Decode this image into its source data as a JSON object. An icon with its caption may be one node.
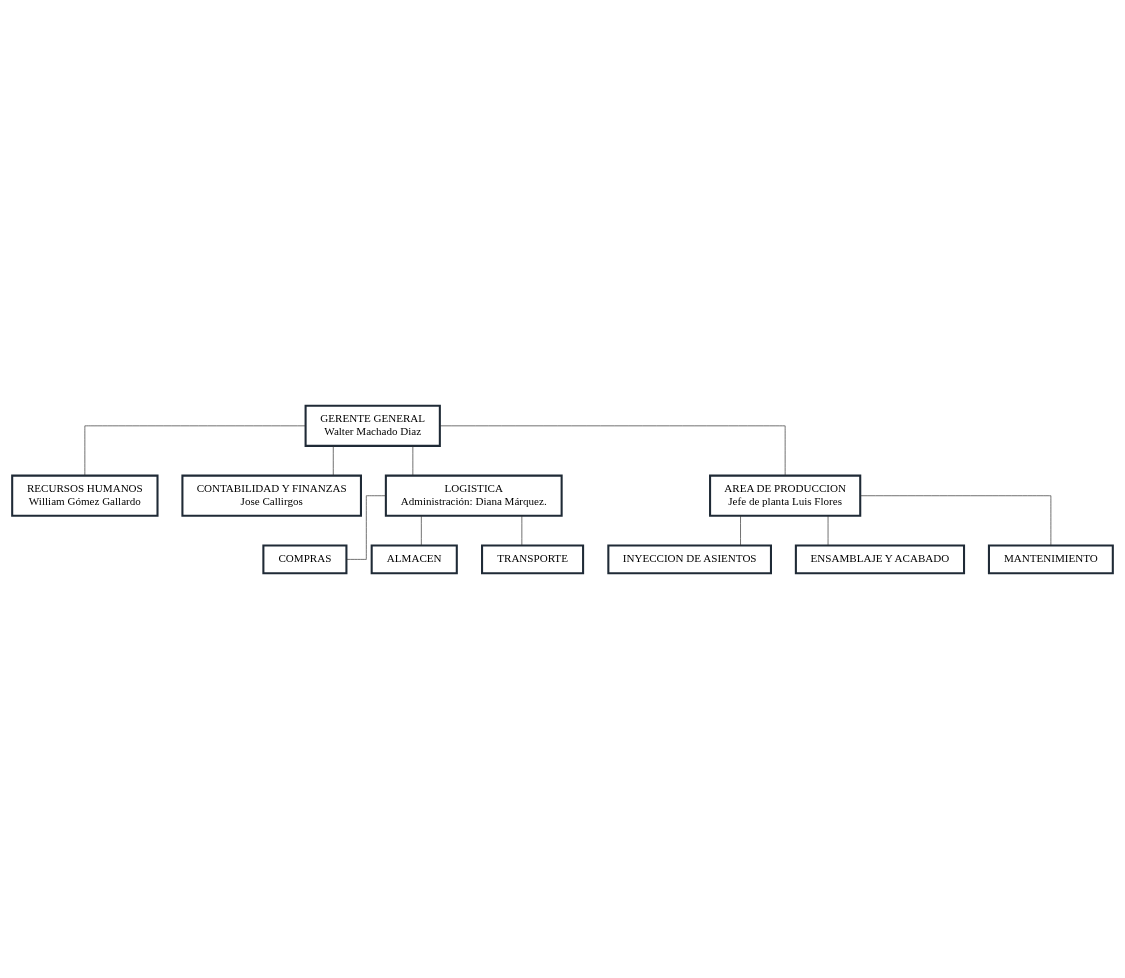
{
  "diagram": {
    "nodes": [
      {
        "text": [
          "GERENTE GENERAL",
          "Walter Machado Diaz"
        ]
      },
      {
        "text": [
          "RECURSOS HUMANOS",
          "William Gómez Gallardo"
        ]
      },
      {
        "text": [
          "CONTABILIDAD Y FINANZAS",
          "Jose Callirgos"
        ]
      },
      {
        "text": [
          "LOGISTICA",
          "Administración: Diana Márquez."
        ]
      },
      {
        "text": [
          "AREA DE PRODUCCION",
          "Jefe de planta Luis Flores"
        ]
      },
      {
        "text": [
          "COMPRAS"
        ]
      },
      {
        "text": [
          "ALMACEN"
        ]
      },
      {
        "text": [
          "TRANSPORTE"
        ]
      },
      {
        "text": [
          "INYECCION DE ASIENTOS"
        ]
      },
      {
        "text": [
          "ENSAMBLAJE Y ACABADO"
        ]
      },
      {
        "text": [
          "MANTENIMIENTO"
        ]
      }
    ],
    "edges": [
      {
        "from": 0,
        "to": 1,
        "arrow": "none"
      },
      {
        "from": 0,
        "to": 2,
        "arrow": "none"
      },
      {
        "from": 0,
        "to": 3,
        "arrow": "none"
      },
      {
        "from": 0,
        "to": 4,
        "arrow": "none"
      },
      {
        "from": 3,
        "to": 5,
        "arrow": "none"
      },
      {
        "from": 3,
        "to": 6,
        "arrow": "none"
      },
      {
        "from": 3,
        "to": 7,
        "arrow": "none"
      },
      {
        "from": 4,
        "to": 8,
        "arrow": "none"
      },
      {
        "from": 4,
        "to": 9,
        "arrow": "none"
      },
      {
        "from": 4,
        "to": 10,
        "arrow": "none"
      }
    ]
  }
}
